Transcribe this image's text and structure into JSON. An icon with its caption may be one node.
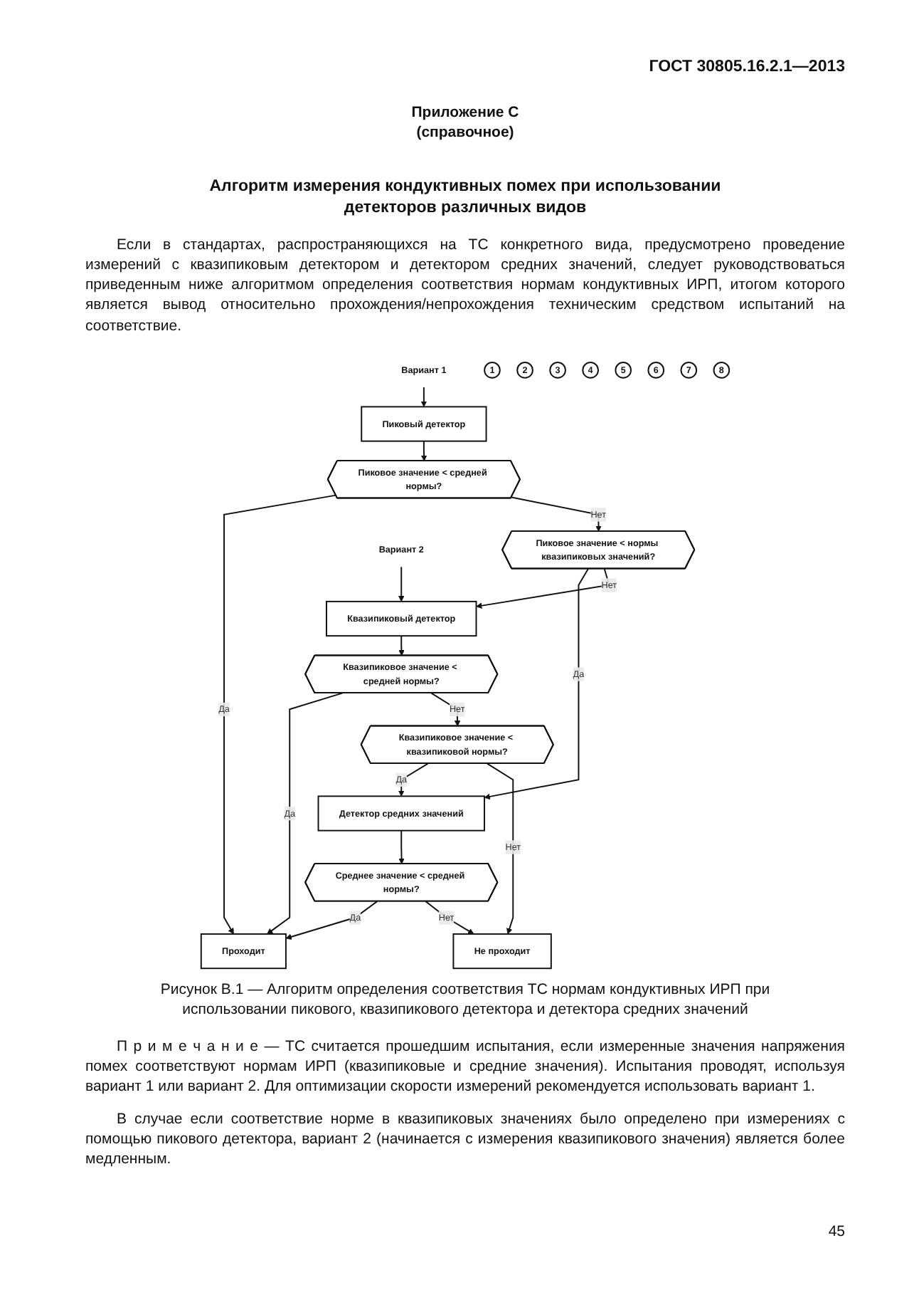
{
  "diagram": {
    "title": "Алгоритм измерения кондуктивных помех при использовании детекторов различных видов",
    "caption": "Рисунок В.1 — Алгоритм определения соответствия ТС нормам кондуктивных ИРП при использовании пикового, квазипикового детектора и детектора средних значений",
    "nodes": [
      {
        "text": [
          "Вариант 1"
        ]
      },
      {
        "text": [
          "1"
        ]
      },
      {
        "text": [
          "Пиковый детектор"
        ]
      },
      {
        "text": [
          "2"
        ]
      },
      {
        "text": [
          "Пиковое значение < средней нормы?"
        ]
      },
      {
        "text": [
          "3"
        ]
      },
      {
        "text": [
          "Пиковое значение < нормы квазипиковых значений?"
        ]
      },
      {
        "text": [
          "Вариант 2"
        ]
      },
      {
        "text": [
          "4"
        ]
      },
      {
        "text": [
          "Квазипиковый детектор"
        ]
      },
      {
        "text": [
          "5"
        ]
      },
      {
        "text": [
          "Квазипиковое значение < средней нормы?"
        ]
      },
      {
        "text": [
          "6"
        ]
      },
      {
        "text": [
          "Квазипиковое значение < квазипиковой нормы?"
        ]
      },
      {
        "text": [
          "7"
        ]
      },
      {
        "text": [
          "Детектор средних значений"
        ]
      },
      {
        "text": [
          "8"
        ]
      },
      {
        "text": [
          "Среднее значение < средней нормы?"
        ]
      },
      {
        "text": [
          "Проходит"
        ]
      },
      {
        "text": [
          "Не проходит"
        ]
      }
    ],
    "edges": [
      {
        "from": 0,
        "to": 2,
        "arrow": "to"
      },
      {
        "from": 2,
        "to": 4,
        "arrow": "to"
      },
      {
        "from": 4,
        "to": 18,
        "arrow": "to",
        "label": "Да"
      },
      {
        "from": 4,
        "to": 6,
        "arrow": "to",
        "label": "Нет"
      },
      {
        "from": 6,
        "to": 15,
        "arrow": "to",
        "label": "Да"
      },
      {
        "from": 6,
        "to": 9,
        "arrow": "to",
        "label": "Нет"
      },
      {
        "from": 7,
        "to": 9,
        "arrow": "to"
      },
      {
        "from": 9,
        "to": 11,
        "arrow": "to"
      },
      {
        "from": 11,
        "to": 18,
        "arrow": "to",
        "label": "Да"
      },
      {
        "from": 11,
        "to": 13,
        "arrow": "to",
        "label": "Нет"
      },
      {
        "from": 13,
        "to": 15,
        "arrow": "to",
        "label": "Да"
      },
      {
        "from": 13,
        "to": 19,
        "arrow": "to",
        "label": "Нет"
      },
      {
        "from": 15,
        "to": 17,
        "arrow": "to"
      },
      {
        "from": 17,
        "to": 18,
        "arrow": "to",
        "label": "Да"
      },
      {
        "from": 17,
        "to": 19,
        "arrow": "to",
        "label": "Нет"
      }
    ],
    "labels": [
      "ГОСТ 30805.16.2.1—2013",
      "Приложение С",
      "(справочное)",
      "Если в стандартах, распространяющихся на ТС конкретного вида, предусмотрено проведение измерений с квазипиковым детектором и детектором средних значений, следует руководствоваться приведенным ниже алгоритмом определения соответствия нормам кондуктивных ИРП, итогом которого является вывод относительно прохождения/непрохождения техническим средством испытаний на соответствие.",
      "П р и м е ч а н и е — ТС считается прошедшим испытания, если измеренные значения напряжения помех соответствуют нормам ИРП (квазипиковые и средние значения). Испытания проводят, используя вариант 1 или вариант 2. Для оптимизации скорости измерений рекомендуется использовать вариант 1.",
      "В случае если соответствие норме в квазипиковых значениях было определено при измерениях с помощью пикового детектора, вариант 2 (начинается с измерения квазипикового значения) является более медленным.",
      "45"
    ]
  }
}
